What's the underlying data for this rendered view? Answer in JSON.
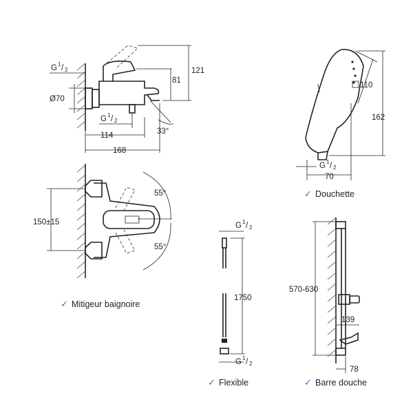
{
  "captions": {
    "mitigeur": "Mitigeur baignoire",
    "douchette": "Douchette",
    "flexible": "Flexible",
    "barre": "Barre douche"
  },
  "check_mark": "✓",
  "thread": {
    "g": "G",
    "num": "1",
    "den": "2"
  },
  "dims": {
    "mitigeur_side": {
      "height_total": "121",
      "height_spout": "81",
      "diameter": "Ø70",
      "spout_reach": "114",
      "total_depth": "168",
      "angle": "33°"
    },
    "mitigeur_front": {
      "spacing": "150±15",
      "angle_up": "55°",
      "angle_down": "55°"
    },
    "douchette": {
      "square": "110",
      "height": "162",
      "width": "70"
    },
    "flexible": {
      "length": "1750"
    },
    "barre": {
      "height": "570-630",
      "offset": "139",
      "width": "78"
    }
  },
  "colors": {
    "line": "#222222",
    "check": "#2b78c5"
  }
}
